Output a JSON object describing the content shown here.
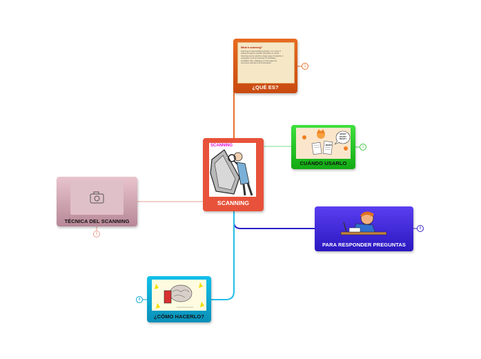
{
  "central": {
    "label": "SCANNING",
    "image_caption": "SCANNING"
  },
  "nodes": {
    "que_es": {
      "label": "¿QUÉ ES?",
      "badge": "1",
      "doc_title": "What is scanning?",
      "doc_lines": [
        "Scanning is a fast reading technique. It is a way of",
        "looking through for specific information or words.",
        "Scanning can be used for a large range of material. A",
        "newspaper, such as scanning TV schedules,",
        "timetables, lists, catalogues or web pages are",
        "commonly scanned to find information."
      ]
    },
    "cuando_usarlo": {
      "label": "CUÁNDO USARLO",
      "badge": "1",
      "bubble_text": "SKIM? SCAN? READ?",
      "paper_text": "NEWS"
    },
    "para_responder": {
      "label": "PARA RESPONDER PREGUNTAS",
      "badge": "5"
    },
    "como_hacerlo": {
      "label": "¿CÓMO HACERLO?",
      "badge": "8"
    },
    "tecnica": {
      "label": "TÉCNICA DEL SCANNING",
      "badge": "6"
    }
  },
  "colors": {
    "central": "#e8523a",
    "que_es": "#c84a10",
    "cuando_usarlo": "#1fc21f",
    "para_responder": "#3322cc",
    "como_hacerlo": "#0aa8d0",
    "tecnica": "#c48b99",
    "link_que_es": "#e8702a",
    "link_cuando": "#7fdc8f",
    "link_responder": "#2a20c8",
    "link_como": "#22bde8",
    "link_tecnica": "#e8a090"
  },
  "icons": {
    "tecnica_placeholder": "camera-icon"
  }
}
